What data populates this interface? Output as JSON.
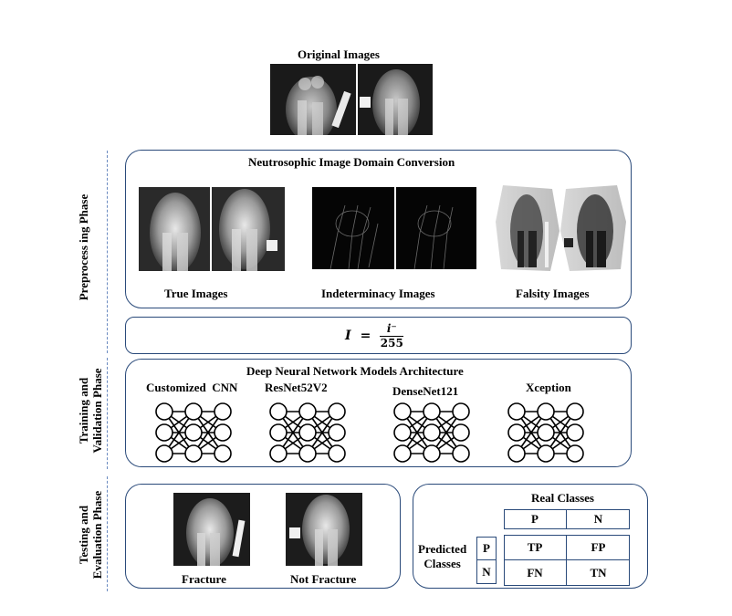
{
  "original": {
    "title": "Original Images"
  },
  "phases": {
    "preprocessing": "Preprocess ing Phase",
    "training_line1": "Training and",
    "training_line2": "Validation Phase",
    "testing_line1": "Testing and",
    "testing_line2": "Evaluation Phase"
  },
  "neutro": {
    "title": "Neutrosophic Image Domain Conversion",
    "true_label": "True Images",
    "indet_label": "Indeterminacy Images",
    "falsity_label": "Falsity Images"
  },
  "formula": {
    "lhs": "I",
    "eq": "=",
    "numerator": "i⁻",
    "denominator": "255"
  },
  "models": {
    "title": "Deep Neural Network Models Architecture",
    "names": [
      "Customized  CNN",
      "ResNet52V2",
      "DenseNet121",
      "Xception"
    ]
  },
  "testing": {
    "fracture": "Fracture",
    "not_fracture": "Not Fracture"
  },
  "confusion": {
    "real_classes": "Real Classes",
    "predicted_line1": "Predicted",
    "predicted_line2": "Classes",
    "col_p": "P",
    "col_n": "N",
    "row_p": "P",
    "row_n": "N",
    "tp": "TP",
    "fp": "FP",
    "fn": "FN",
    "tn": "TN"
  },
  "colors": {
    "border": "#2a4a7a",
    "dash": "#6a8ac0"
  }
}
